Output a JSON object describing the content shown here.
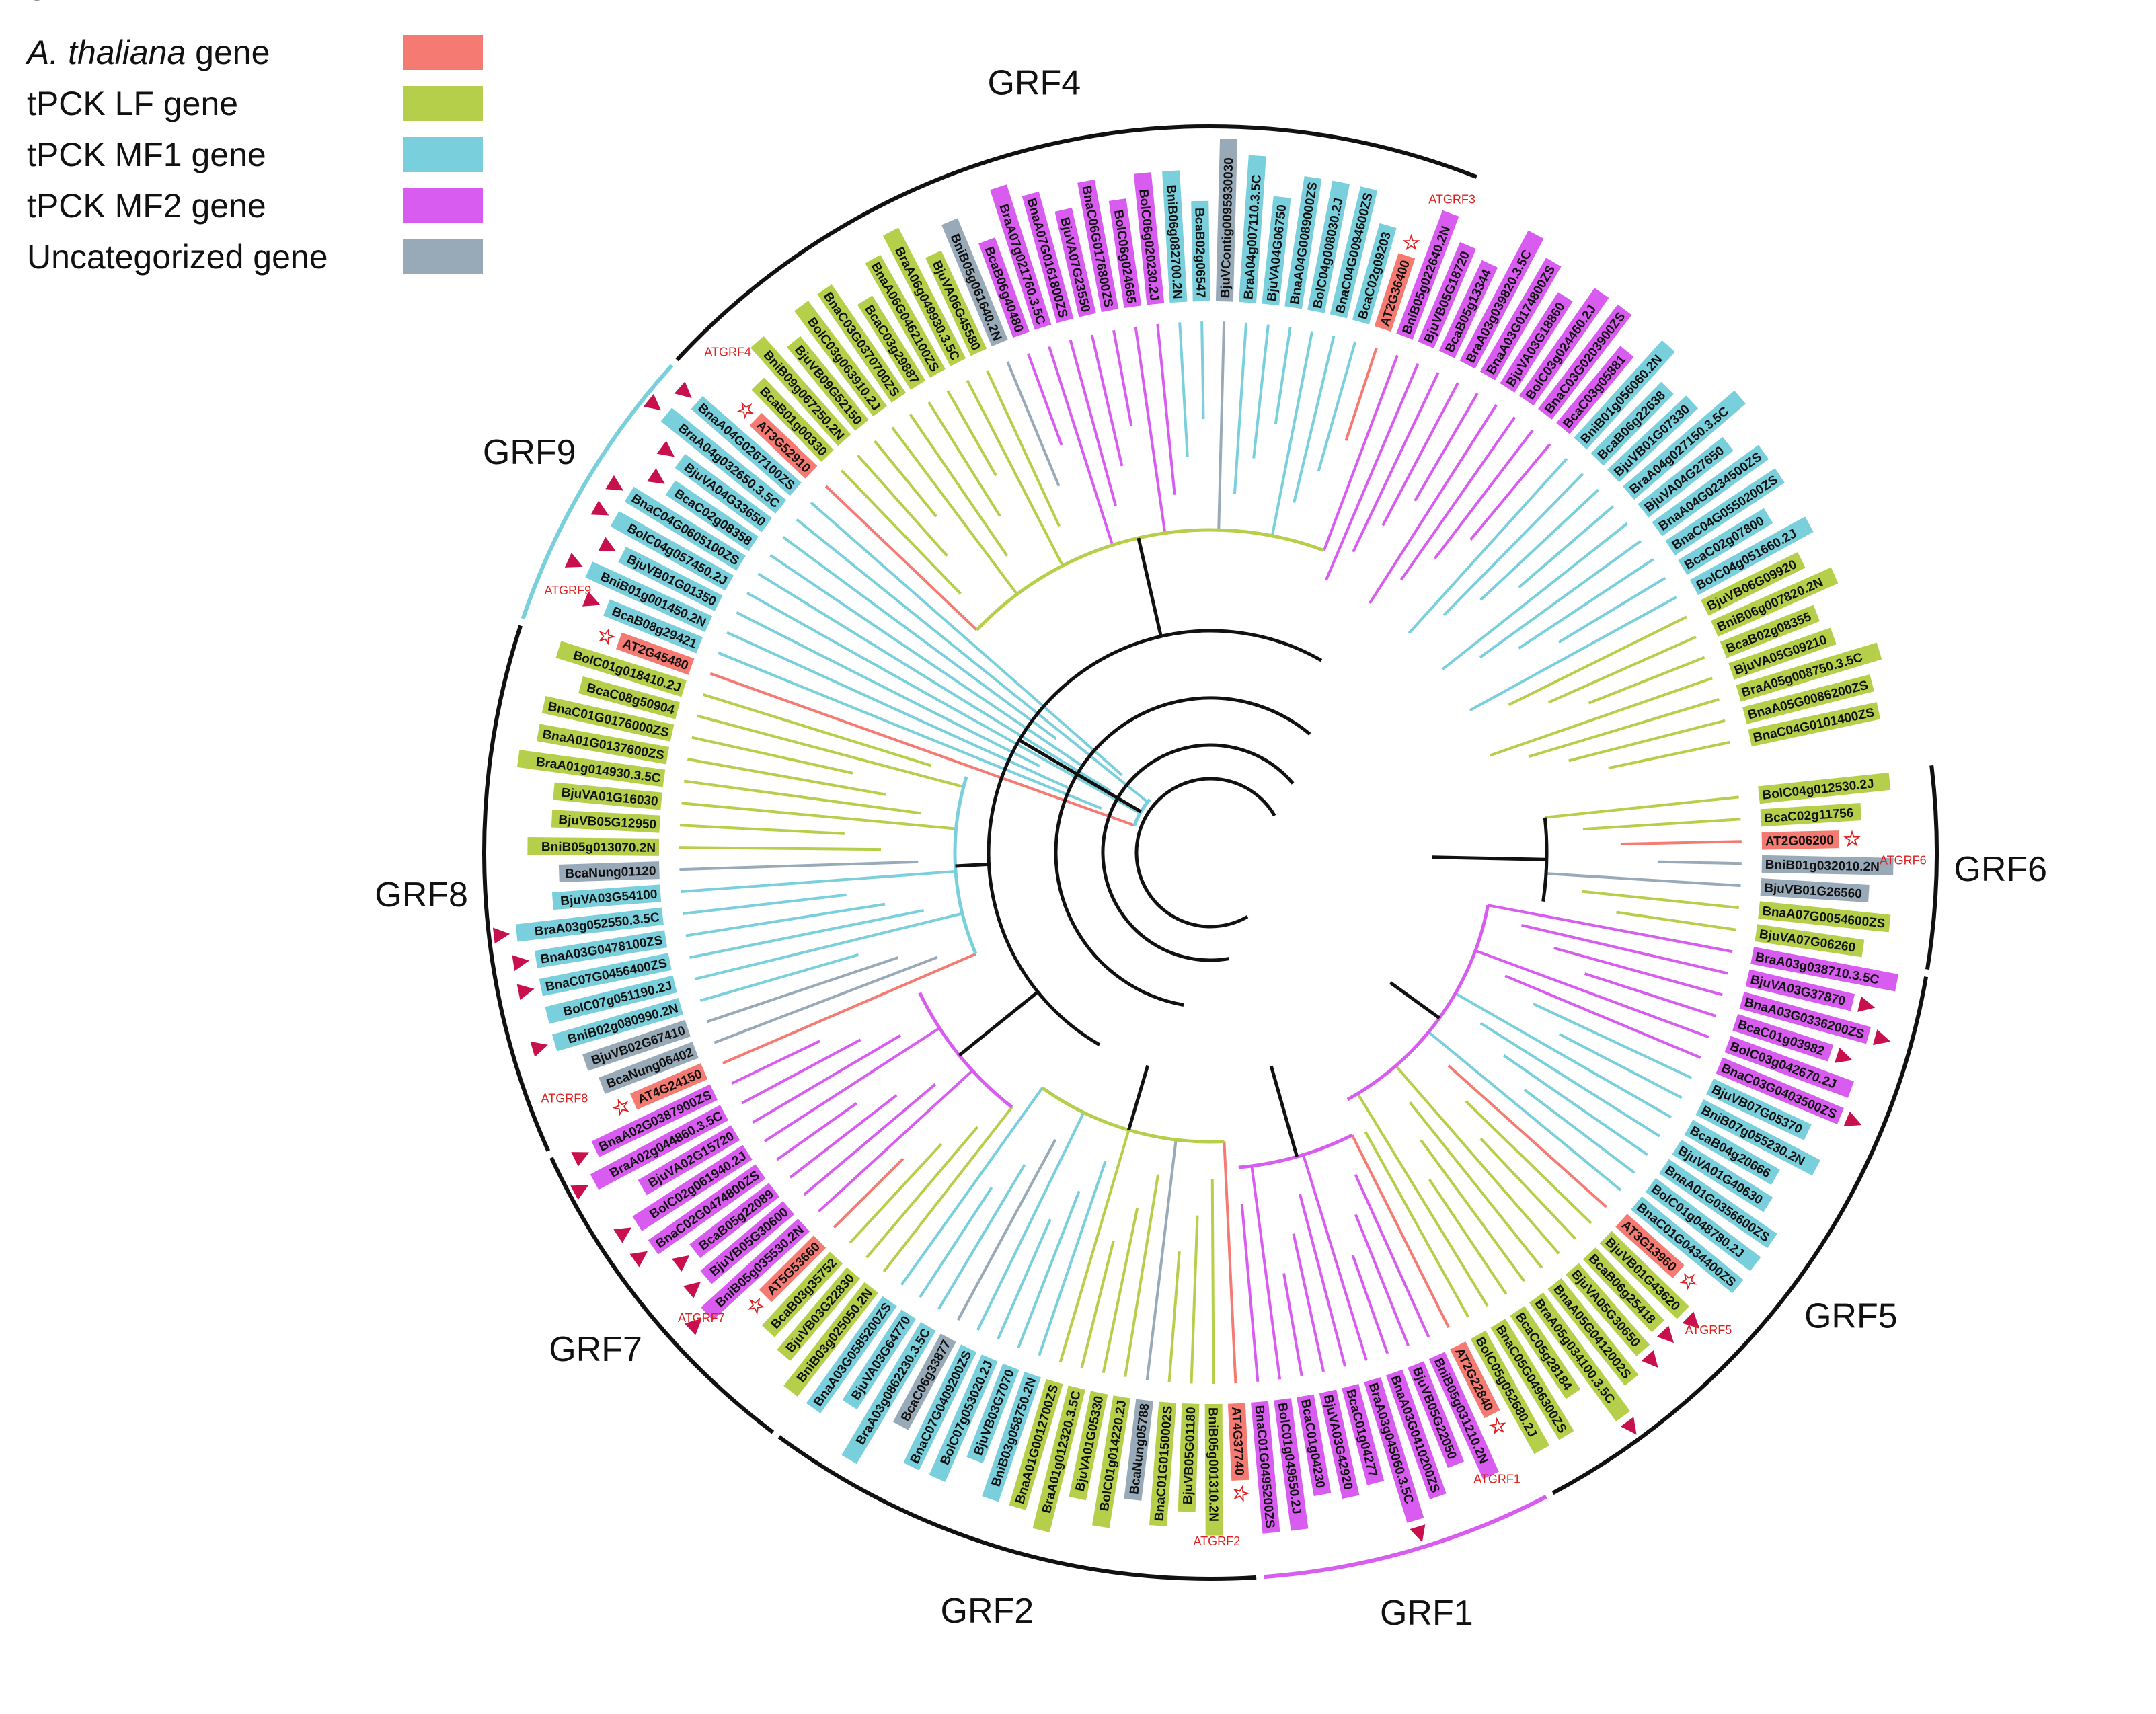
{
  "legend": {
    "items": [
      {
        "label_italic": "A.  thaliana",
        "label": " gene",
        "color": "#f57a72"
      },
      {
        "label_italic": "",
        "label": "tPCK LF gene",
        "color": "#b5cf4a"
      },
      {
        "label_italic": "",
        "label": "tPCK MF1 gene",
        "color": "#79cfdb"
      },
      {
        "label_italic": "",
        "label": "tPCK MF2 gene",
        "color": "#d85cf0"
      },
      {
        "label_italic": "",
        "label": "Uncategorized gene",
        "color": "#98a9b8"
      }
    ]
  },
  "colors": {
    "A": "#f57a72",
    "L": "#b5cf4a",
    "M1": "#79cfdb",
    "M2": "#d85cf0",
    "U": "#98a9b8",
    "branch": "#111111",
    "marker": "#c8104c",
    "at_label": "#e02020"
  },
  "clades": [
    {
      "name": "GRF1",
      "arc_color": "#d85cf0"
    },
    {
      "name": "GRF2",
      "arc_color": "#111111"
    },
    {
      "name": "GRF3",
      "arc_color": "#111111"
    },
    {
      "name": "GRF4",
      "arc_color": "#111111"
    },
    {
      "name": "GRF5",
      "arc_color": "#111111"
    },
    {
      "name": "GRF6",
      "arc_color": "#111111"
    },
    {
      "name": "GRF7",
      "arc_color": "#111111"
    },
    {
      "name": "GRF8",
      "arc_color": "#111111"
    },
    {
      "name": "GRF9",
      "arc_color": "#79cfdb"
    }
  ],
  "at_labels": [
    "ATGRF1",
    "ATGRF2",
    "ATGRF3",
    "ATGRF4",
    "ATGRF5",
    "ATGRF6",
    "ATGRF7",
    "ATGRF8",
    "ATGRF9"
  ],
  "leaves": [
    {
      "name": "BolC04g012530.2J",
      "cat": "L"
    },
    {
      "name": "BcaC02g11756",
      "cat": "L"
    },
    {
      "name": "AT2G06200",
      "cat": "A",
      "star": true
    },
    {
      "name": "BniB01g032010.2N",
      "cat": "U"
    },
    {
      "name": "BjuVB01G26560",
      "cat": "U"
    },
    {
      "name": "BnaA07G0054600ZS",
      "cat": "L"
    },
    {
      "name": "BjuVA07G06260",
      "cat": "L"
    },
    {
      "name": "BraA03g038710.3.5C",
      "cat": "M2"
    },
    {
      "name": "BjuVA03G37870",
      "cat": "M2",
      "tri": true
    },
    {
      "name": "BnaA03G0336200ZS",
      "cat": "M2",
      "tri": true
    },
    {
      "name": "BcaC01g03982",
      "cat": "M2",
      "tri": true
    },
    {
      "name": "BolC03g042670.2J",
      "cat": "M2"
    },
    {
      "name": "BnaC03G0403500ZS",
      "cat": "M2",
      "tri": true
    },
    {
      "name": "BjuVB07G05370",
      "cat": "M1"
    },
    {
      "name": "BniB07g055230.2N",
      "cat": "M1"
    },
    {
      "name": "BcaB04g20666",
      "cat": "M1"
    },
    {
      "name": "BjuVA01G40630",
      "cat": "M1"
    },
    {
      "name": "BnaA01G0356600ZS",
      "cat": "M1"
    },
    {
      "name": "BolC01g048780.2J",
      "cat": "M1"
    },
    {
      "name": "BnaC01G0434400ZS",
      "cat": "M1"
    },
    {
      "name": "AT3G13960",
      "cat": "A",
      "star": true
    },
    {
      "name": "BjuVB01G43620",
      "cat": "L",
      "tri": true
    },
    {
      "name": "BcaB06g25418",
      "cat": "L",
      "tri": true
    },
    {
      "name": "BjuVA05G30650",
      "cat": "L",
      "tri": true
    },
    {
      "name": "BnaA05G0412002S",
      "cat": "L"
    },
    {
      "name": "BraA05g034100.3.5C",
      "cat": "L",
      "tri": true
    },
    {
      "name": "BcaC05g28184",
      "cat": "L"
    },
    {
      "name": "BnaC05G0496300ZS",
      "cat": "L"
    },
    {
      "name": "BolC05g052680.2J",
      "cat": "L"
    },
    {
      "name": "AT2G22840",
      "cat": "A",
      "star": true
    },
    {
      "name": "BniB05g031210.2N",
      "cat": "M2"
    },
    {
      "name": "BjuVB05G22050",
      "cat": "M2"
    },
    {
      "name": "BnaA03G0410200ZS",
      "cat": "M2"
    },
    {
      "name": "BraA03g045060.3.5C",
      "cat": "M2",
      "tri": true
    },
    {
      "name": "BcaC01g04277",
      "cat": "M2"
    },
    {
      "name": "BjuVA03G42920",
      "cat": "M2"
    },
    {
      "name": "BcaC01g04230",
      "cat": "M2"
    },
    {
      "name": "BolC01g049550.2J",
      "cat": "M2"
    },
    {
      "name": "BnaC01G0495200ZS",
      "cat": "M2"
    },
    {
      "name": "AT4G37740",
      "cat": "A",
      "star": true
    },
    {
      "name": "BniB05g001310.2N",
      "cat": "L"
    },
    {
      "name": "BjuVB05G01180",
      "cat": "L"
    },
    {
      "name": "BnaC01G0150002S",
      "cat": "L"
    },
    {
      "name": "BcaNung05788",
      "cat": "U"
    },
    {
      "name": "BolC01g014220.2J",
      "cat": "L"
    },
    {
      "name": "BjuVA01G05330",
      "cat": "L"
    },
    {
      "name": "BraA01g012320.3.5C",
      "cat": "L"
    },
    {
      "name": "BnaA01G0012700ZS",
      "cat": "L"
    },
    {
      "name": "BniB03g058750.2N",
      "cat": "M1"
    },
    {
      "name": "BjuVB03G7070",
      "cat": "M1"
    },
    {
      "name": "BolC07g053020.2J",
      "cat": "M1"
    },
    {
      "name": "BnaC07G0409200ZS",
      "cat": "M1"
    },
    {
      "name": "BcaC06g33877",
      "cat": "U"
    },
    {
      "name": "BraA03g0862230.3.5C",
      "cat": "M1"
    },
    {
      "name": "BjuVA03G64770",
      "cat": "M1"
    },
    {
      "name": "BnaA03G0585200ZS",
      "cat": "M1"
    },
    {
      "name": "BniB03g025050.2N",
      "cat": "L"
    },
    {
      "name": "BjuVB03G22830",
      "cat": "L"
    },
    {
      "name": "BcaB03g35752",
      "cat": "L"
    },
    {
      "name": "AT5G53660",
      "cat": "A",
      "star": true
    },
    {
      "name": "BniB05g035530.2N",
      "cat": "M2",
      "tri": true
    },
    {
      "name": "BjuVB05G30600",
      "cat": "M2",
      "tri": true
    },
    {
      "name": "BcaB05g22089",
      "cat": "M2",
      "tri": true
    },
    {
      "name": "BnaC02G0474800ZS",
      "cat": "M2",
      "tri": true
    },
    {
      "name": "BolC02g061940.2J",
      "cat": "M2",
      "tri": true
    },
    {
      "name": "BjuVA02G15720",
      "cat": "M2"
    },
    {
      "name": "BraA02g044860.3.5C",
      "cat": "M2",
      "tri": true
    },
    {
      "name": "BnaA02G0387900ZS",
      "cat": "M2",
      "tri": true
    },
    {
      "name": "AT4G24150",
      "cat": "A",
      "star": true
    },
    {
      "name": "BcaNung06402",
      "cat": "U"
    },
    {
      "name": "BjuVB02G67410",
      "cat": "U"
    },
    {
      "name": "BniB02g080990.2N",
      "cat": "M1",
      "tri": true
    },
    {
      "name": "BolC07g051190.2J",
      "cat": "M1"
    },
    {
      "name": "BnaC07G0456400ZS",
      "cat": "M1",
      "tri": true
    },
    {
      "name": "BnaA03G0478100ZS",
      "cat": "M1",
      "tri": true
    },
    {
      "name": "BraA03g052550.3.5C",
      "cat": "M1",
      "tri": true
    },
    {
      "name": "BjuVA03G54100",
      "cat": "M1"
    },
    {
      "name": "BcaNung01120",
      "cat": "U"
    },
    {
      "name": "BniB05g013070.2N",
      "cat": "L"
    },
    {
      "name": "BjuVB05G12950",
      "cat": "L"
    },
    {
      "name": "BjuVA01G16030",
      "cat": "L"
    },
    {
      "name": "BraA01g014930.3.5C",
      "cat": "L"
    },
    {
      "name": "BnaA01G0137600ZS",
      "cat": "L"
    },
    {
      "name": "BnaC01G0176000ZS",
      "cat": "L"
    },
    {
      "name": "BcaC08g50904",
      "cat": "L"
    },
    {
      "name": "BolC01g018410.2J",
      "cat": "L"
    },
    {
      "name": "AT2G45480",
      "cat": "A",
      "star": true
    },
    {
      "name": "BcaB08g29421",
      "cat": "M1",
      "tri": true
    },
    {
      "name": "BniB01g001450.2N",
      "cat": "M1",
      "tri": true
    },
    {
      "name": "BjuVB01G01350",
      "cat": "M1",
      "tri": true
    },
    {
      "name": "BolC04g057450.2J",
      "cat": "M1",
      "tri": true
    },
    {
      "name": "BnaC04G0605100ZS",
      "cat": "M1",
      "tri": true
    },
    {
      "name": "BcaC02g08358",
      "cat": "M1",
      "tri": true
    },
    {
      "name": "BjuVA04G33650",
      "cat": "M1",
      "tri": true
    },
    {
      "name": "BraA04g032650.3.5C",
      "cat": "M1",
      "tri": true
    },
    {
      "name": "BnaA04G0267100ZS",
      "cat": "M1",
      "tri": true
    },
    {
      "name": "AT3G52910",
      "cat": "A",
      "star": true
    },
    {
      "name": "BcaB01g00330",
      "cat": "L"
    },
    {
      "name": "BniB09g067250.2N",
      "cat": "L"
    },
    {
      "name": "BjuVB09G52150",
      "cat": "L"
    },
    {
      "name": "BolC03g063910.2J",
      "cat": "L"
    },
    {
      "name": "BnaC03G0370700ZS",
      "cat": "L"
    },
    {
      "name": "BcaC03g29887",
      "cat": "L"
    },
    {
      "name": "BnaA06G0462100ZS",
      "cat": "L"
    },
    {
      "name": "BraA06g049930.3.5C",
      "cat": "L"
    },
    {
      "name": "BjuVA06G45580",
      "cat": "L"
    },
    {
      "name": "BniB05g061640.2N",
      "cat": "U"
    },
    {
      "name": "BcaB06g40480",
      "cat": "M2"
    },
    {
      "name": "BraA07g021760.3.5C",
      "cat": "M2"
    },
    {
      "name": "BnaA07G0161800ZS",
      "cat": "M2"
    },
    {
      "name": "BjuVA07G23550",
      "cat": "M2"
    },
    {
      "name": "BnaC06G0176800ZS",
      "cat": "M2"
    },
    {
      "name": "BolC06g024665",
      "cat": "M2"
    },
    {
      "name": "BolC06g020230.2J",
      "cat": "M2"
    },
    {
      "name": "BniB06g082700.2N",
      "cat": "M1"
    },
    {
      "name": "BcaB02g06547",
      "cat": "M1"
    },
    {
      "name": "BjuVContig0095930030",
      "cat": "U"
    },
    {
      "name": "BraA04g007110.3.5C",
      "cat": "M1"
    },
    {
      "name": "BjuVA04G06750",
      "cat": "M1"
    },
    {
      "name": "BnaA04G0089000ZS",
      "cat": "M1"
    },
    {
      "name": "BolC04g008030.2J",
      "cat": "M1"
    },
    {
      "name": "BnaC04G0094600ZS",
      "cat": "M1"
    },
    {
      "name": "BcaC02g09203",
      "cat": "M1"
    },
    {
      "name": "AT2G36400",
      "cat": "A",
      "star": true
    },
    {
      "name": "BniB05g022640.2N",
      "cat": "M2"
    },
    {
      "name": "BjuVB05G18720",
      "cat": "M2"
    },
    {
      "name": "BcaB05g13344",
      "cat": "M2"
    },
    {
      "name": "BraA03g039820.3.5C",
      "cat": "M2"
    },
    {
      "name": "BnaA03G0174800ZS",
      "cat": "M2"
    },
    {
      "name": "BjuVA03G18860",
      "cat": "M2"
    },
    {
      "name": "BolC03g024460.2J",
      "cat": "M2"
    },
    {
      "name": "BnaC03G0203900ZS",
      "cat": "M2"
    },
    {
      "name": "BcaC03g05881",
      "cat": "M2"
    },
    {
      "name": "BniB01g056060.2N",
      "cat": "M1"
    },
    {
      "name": "BcaB06g22638",
      "cat": "M1"
    },
    {
      "name": "BjuVB01G07330",
      "cat": "M1"
    },
    {
      "name": "BraA04g027150.3.5C",
      "cat": "M1"
    },
    {
      "name": "BjuVA04G27650",
      "cat": "M1"
    },
    {
      "name": "BnaA04G0234500ZS",
      "cat": "M1"
    },
    {
      "name": "BnaC04G0550200ZS",
      "cat": "M1"
    },
    {
      "name": "BcaC02g07800",
      "cat": "M1"
    },
    {
      "name": "BolC04g051660.2J",
      "cat": "M1"
    },
    {
      "name": "BjuVB06G09920",
      "cat": "L"
    },
    {
      "name": "BniB06g007820.2N",
      "cat": "L"
    },
    {
      "name": "BcaB02g08355",
      "cat": "L"
    },
    {
      "name": "BjuVA05G09210",
      "cat": "L"
    },
    {
      "name": "BraA05g008750.3.5C",
      "cat": "L"
    },
    {
      "name": "BnaA05G0086200ZS",
      "cat": "L"
    },
    {
      "name": "BnaC04G0101400ZS",
      "cat": "L"
    }
  ]
}
